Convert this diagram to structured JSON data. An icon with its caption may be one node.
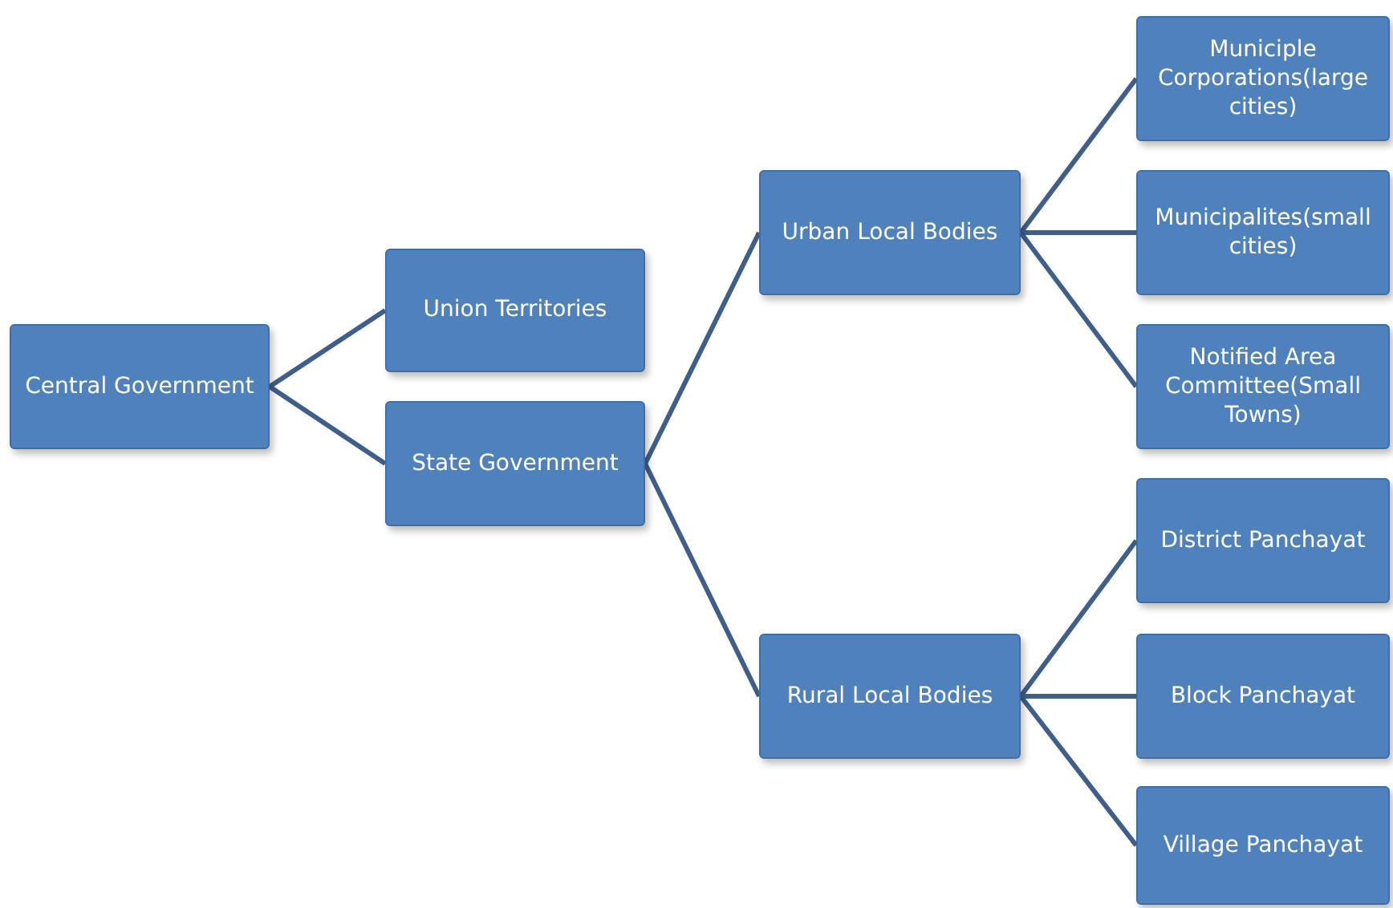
{
  "diagram": {
    "nodes": [
      {
        "text": [
          "Central Government"
        ]
      },
      {
        "text": [
          "Union Territories"
        ]
      },
      {
        "text": [
          "State Government"
        ]
      },
      {
        "text": [
          "Urban Local Bodies"
        ]
      },
      {
        "text": [
          "Rural Local Bodies"
        ]
      },
      {
        "text": [
          "Municiple Corporations(large cities)"
        ]
      },
      {
        "text": [
          "Municipalites(small cities)"
        ]
      },
      {
        "text": [
          "Notified Area Committee(Small Towns)"
        ]
      },
      {
        "text": [
          "District Panchayat"
        ]
      },
      {
        "text": [
          "Block Panchayat"
        ]
      },
      {
        "text": [
          "Village Panchayat"
        ]
      }
    ],
    "edges": [
      {
        "from": 0,
        "to": 1,
        "arrow": "none"
      },
      {
        "from": 0,
        "to": 2,
        "arrow": "none"
      },
      {
        "from": 2,
        "to": 3,
        "arrow": "none"
      },
      {
        "from": 2,
        "to": 4,
        "arrow": "none"
      },
      {
        "from": 3,
        "to": 5,
        "arrow": "none"
      },
      {
        "from": 3,
        "to": 6,
        "arrow": "none"
      },
      {
        "from": 3,
        "to": 7,
        "arrow": "none"
      },
      {
        "from": 4,
        "to": 8,
        "arrow": "none"
      },
      {
        "from": 4,
        "to": 9,
        "arrow": "none"
      },
      {
        "from": 4,
        "to": 10,
        "arrow": "none"
      }
    ]
  }
}
